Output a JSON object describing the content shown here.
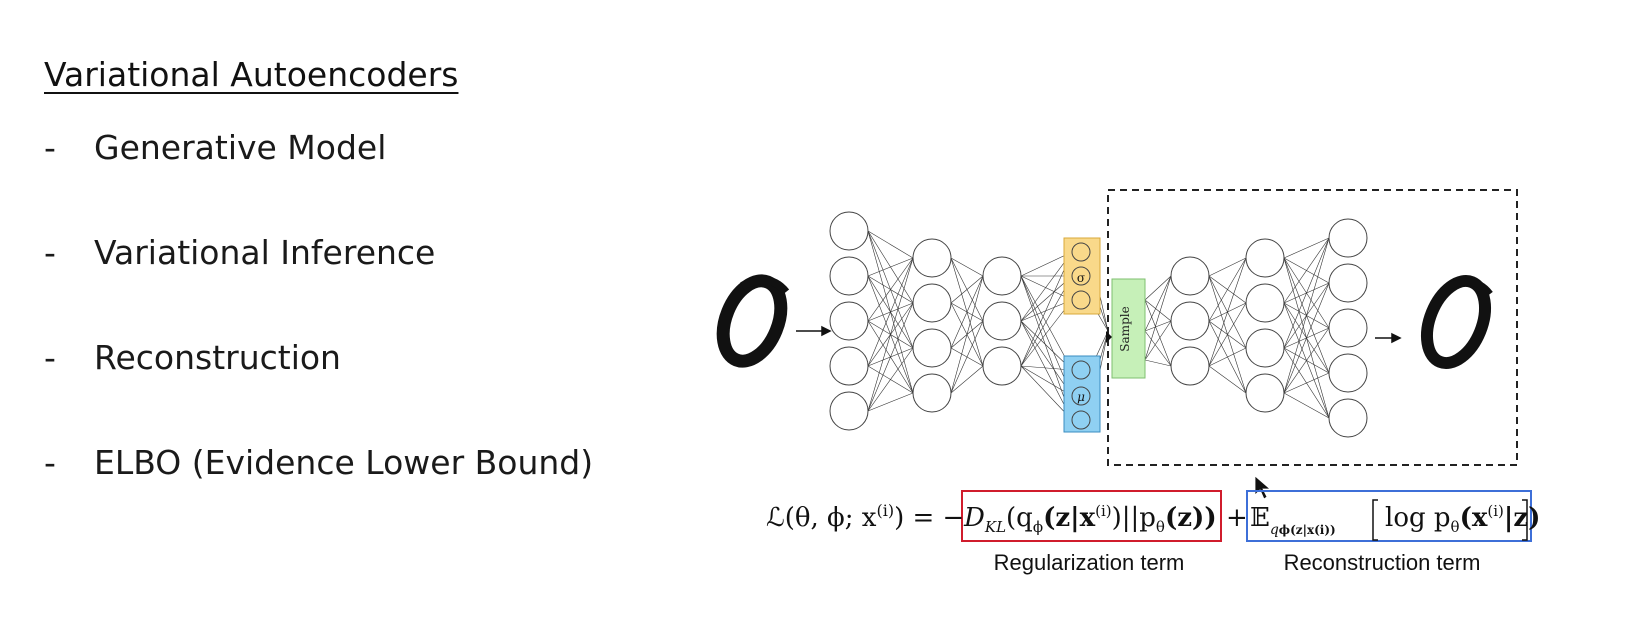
{
  "title": "Variational Autoencoders",
  "bullets": [
    {
      "dash": "-",
      "text": "Generative Model"
    },
    {
      "dash": "-",
      "text": "Variational Inference"
    },
    {
      "dash": "-",
      "text": "Reconstruction"
    },
    {
      "dash": "-",
      "text": "ELBO (Evidence Lower Bound)"
    }
  ],
  "diagram": {
    "sigma_symbol": "σ",
    "mu_symbol": "μ",
    "sample_label": "Sample",
    "colors": {
      "sigma_box": "#f9d98a",
      "mu_box": "#8fd0f2",
      "sample_box": "#c6f0b8",
      "kl_box": "#d01c2c",
      "recon_box": "#3d6fd8"
    },
    "equation": {
      "lhs": "ℒ(θ, ϕ; x",
      "lhs_sup": "(i)",
      "lhs_close": ") = −",
      "kl_main": "D",
      "kl_sub": "KL",
      "kl_body": "(q",
      "kl_phi": "ϕ",
      "kl_rest": "(z|x",
      "kl_sup": "(i)",
      "kl_tail": ")||p",
      "kl_theta": "θ",
      "kl_end": "(z))",
      "plus": "+",
      "exp_symbol": "𝔼",
      "exp_sub": "q",
      "exp_sub2": "ϕ(z|x(i))",
      "recon_body": "log p",
      "recon_theta": "θ",
      "recon_rest": "(x",
      "recon_sup": "(i)",
      "recon_end": "|z)"
    },
    "labels": {
      "regularization": "Regularization term",
      "reconstruction": "Reconstruction term"
    }
  }
}
